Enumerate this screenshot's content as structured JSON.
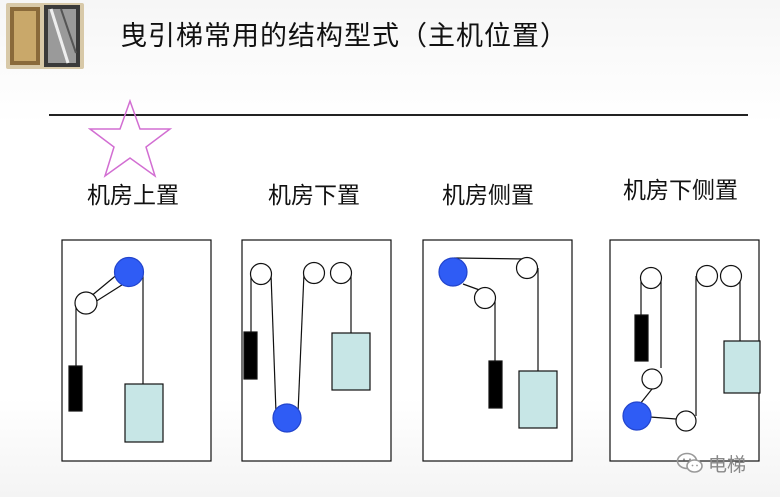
{
  "title": "曳引梯常用的结构型式（主机位置）",
  "layouts": [
    {
      "label": "机房上置"
    },
    {
      "label": "机房下置"
    },
    {
      "label": "机房侧置"
    },
    {
      "label": "机房下侧置"
    }
  ],
  "watermark": {
    "text": "电梯",
    "icon": "wechat-icon"
  },
  "colors": {
    "drive_sheave": "#2f5cf5",
    "car": "#c7e6e6",
    "counterweight": "#000000",
    "star_outline": "#d26ed2"
  }
}
